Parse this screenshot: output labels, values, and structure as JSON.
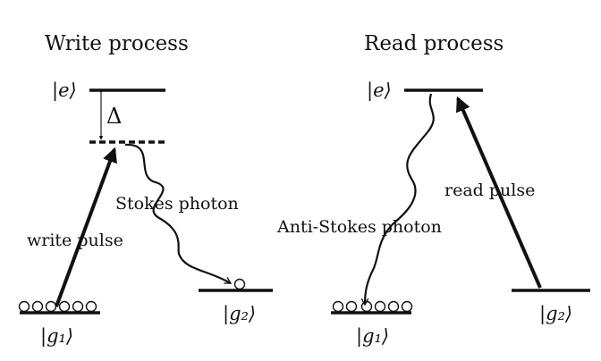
{
  "write": {
    "title": "Write process",
    "excited_label": "|e⟩",
    "detuning_label": "Δ",
    "pulse_label": "write pulse",
    "photon_label": "Stokes photon",
    "ground1_label": "|g₁⟩",
    "ground2_label": "|g₂⟩"
  },
  "read": {
    "title": "Read process",
    "excited_label": "|e⟩",
    "pulse_label": "read pulse",
    "photon_label": "Anti-Stokes photon",
    "ground1_label": "|g₁⟩",
    "ground2_label": "|g₂⟩"
  }
}
